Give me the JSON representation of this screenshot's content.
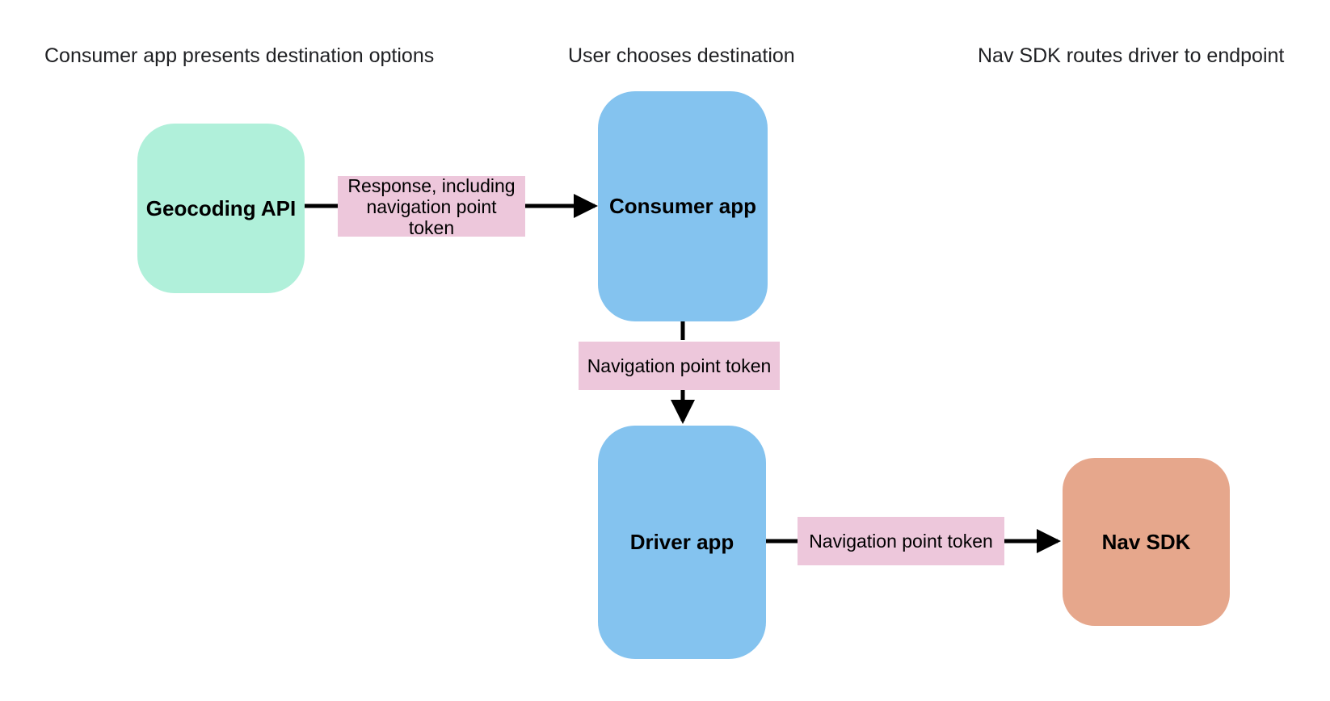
{
  "canvas": {
    "background": "#ffffff",
    "line_color": "#000000"
  },
  "column_headers": [
    "Consumer app presents destination options",
    "User chooses destination",
    "Nav SDK routes driver to endpoint"
  ],
  "nodes": {
    "geocoding_api": {
      "label": "Geocoding API",
      "color": "#B0F0DA"
    },
    "consumer_app": {
      "label": "Consumer app",
      "color": "#84C3EF"
    },
    "driver_app": {
      "label": "Driver app",
      "color": "#84C3EF"
    },
    "nav_sdk": {
      "label": "Nav SDK",
      "color": "#E6A78C"
    }
  },
  "edge_labels": {
    "background": "#EDC7DB",
    "response": "Response, including navigation point token",
    "consumer_to_driver": "Navigation point token",
    "driver_to_nav_sdk": "Navigation point token"
  }
}
